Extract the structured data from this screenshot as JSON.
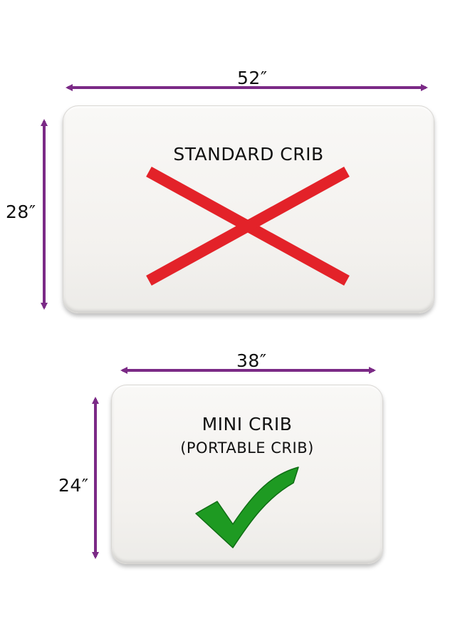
{
  "colors": {
    "arrow": "#7b2a86",
    "cross": "#e32229",
    "check": "#1e9a22"
  },
  "standard": {
    "width_label": "52″",
    "height_label": "28″",
    "title": "STANDARD CRIB",
    "mark_icon": "x-mark-icon"
  },
  "mini": {
    "width_label": "38″",
    "height_label": "24″",
    "title": "MINI CRIB",
    "subtitle": "(PORTABLE CRIB)",
    "mark_icon": "checkmark-icon"
  }
}
